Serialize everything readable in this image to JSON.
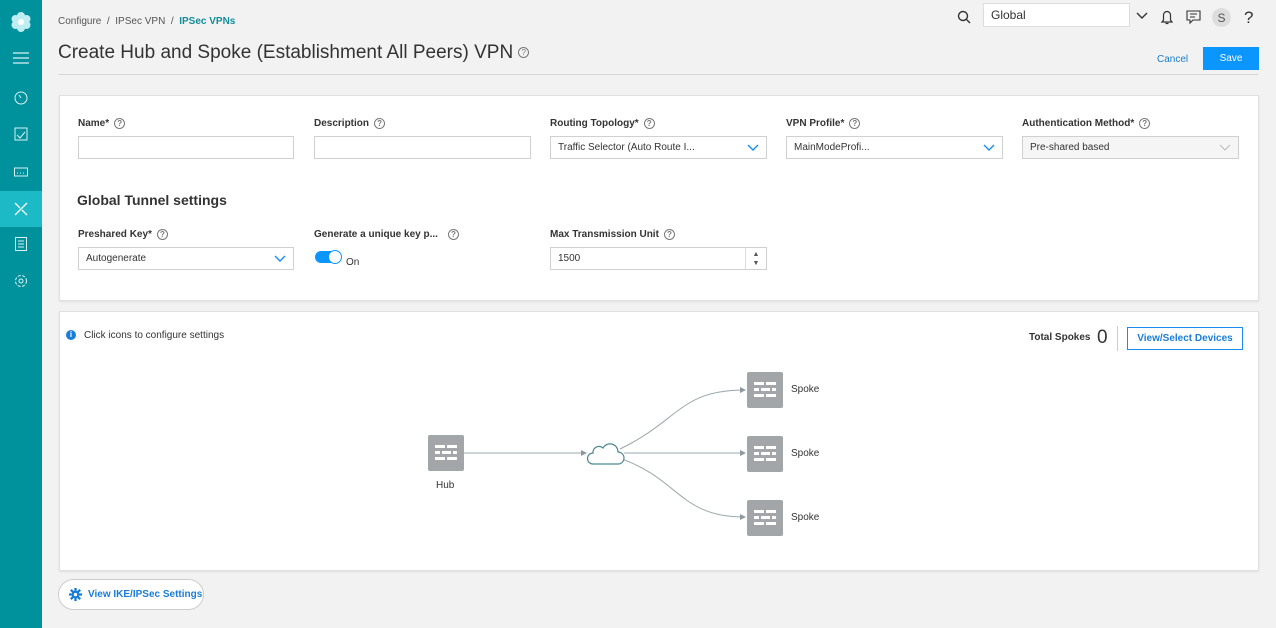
{
  "breadcrumb": [
    "Configure",
    "IPSec VPN",
    "IPSec VPNs"
  ],
  "title": "Create Hub and Spoke (Establishment All Peers) VPN",
  "header": {
    "scope": "Global",
    "avatar": "S",
    "help": "?"
  },
  "actions": {
    "cancel": "Cancel",
    "save": "Save"
  },
  "fields": {
    "name": {
      "label": "Name*",
      "value": ""
    },
    "description": {
      "label": "Description",
      "value": ""
    },
    "routing": {
      "label": "Routing Topology*",
      "value": "Traffic Selector (Auto Route I..."
    },
    "profile": {
      "label": "VPN Profile*",
      "value": "MainModeProfi..."
    },
    "auth": {
      "label": "Authentication Method*",
      "value": "Pre-shared based"
    }
  },
  "tunnel": {
    "heading": "Global Tunnel settings",
    "preshared": {
      "label": "Preshared Key*",
      "value": "Autogenerate"
    },
    "unique": {
      "label": "Generate a unique key p...",
      "state": "On",
      "on": true
    },
    "mtu": {
      "label": "Max Transmission Unit",
      "value": "1500"
    }
  },
  "diagram": {
    "info": "Click icons to configure settings",
    "total_label": "Total Spokes",
    "total": "0",
    "view_button": "View/Select Devices",
    "hub": "Hub",
    "spokes": [
      "Spoke",
      "Spoke",
      "Spoke"
    ]
  },
  "ike_button": "View IKE/IPSec Settings",
  "colors": {
    "accent": "#0a95ff",
    "sidebar": "#00929c",
    "sidebar_active": "#1cbac6"
  }
}
